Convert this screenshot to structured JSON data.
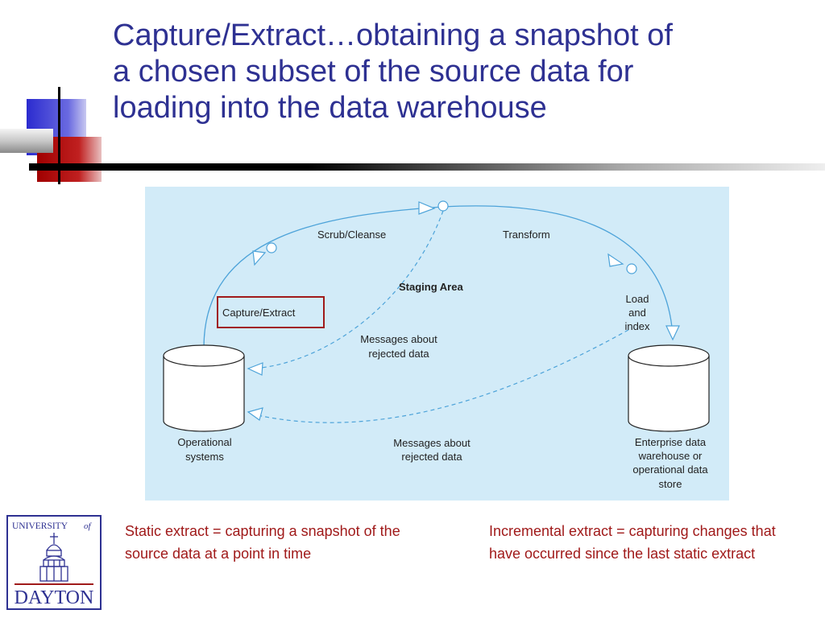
{
  "slide": {
    "title": "Capture/Extract…obtaining a snapshot of\na chosen subset of the source data for\nloading into the data warehouse",
    "static_extract_note": "Static extract = capturing a snapshot of the source data at a point in time",
    "incremental_extract_note": "Incremental extract = capturing changes that have occurred since the last static extract"
  },
  "diagram": {
    "background_color": "#d2ebf8",
    "flow_color": "#4da3d9",
    "highlight_color": "#a01a1a",
    "labels": {
      "scrub_cleanse": "Scrub/Cleanse",
      "transform": "Transform",
      "staging_area": "Staging Area",
      "capture_extract": "Capture/Extract",
      "load_line1": "Load",
      "load_line2": "and",
      "load_line3": "index",
      "messages_upper_line1": "Messages about",
      "messages_upper_line2": "rejected data",
      "messages_lower_line1": "Messages about",
      "messages_lower_line2": "rejected data",
      "operational_line1": "Operational",
      "operational_line2": "systems",
      "warehouse_line1": "Enterprise data",
      "warehouse_line2": "warehouse or",
      "warehouse_line3": "operational data",
      "warehouse_line4": "store"
    }
  },
  "logo": {
    "top_text": "UNIVERSITY",
    "of_text": "of",
    "bottom_text": "DAYTON",
    "primary_color": "#2e3192",
    "accent_color": "#a01a1a"
  },
  "theme": {
    "title_color": "#2e3192",
    "note_color": "#a01a1a",
    "deco_blue": "#3333cc",
    "deco_red": "#a00000"
  }
}
